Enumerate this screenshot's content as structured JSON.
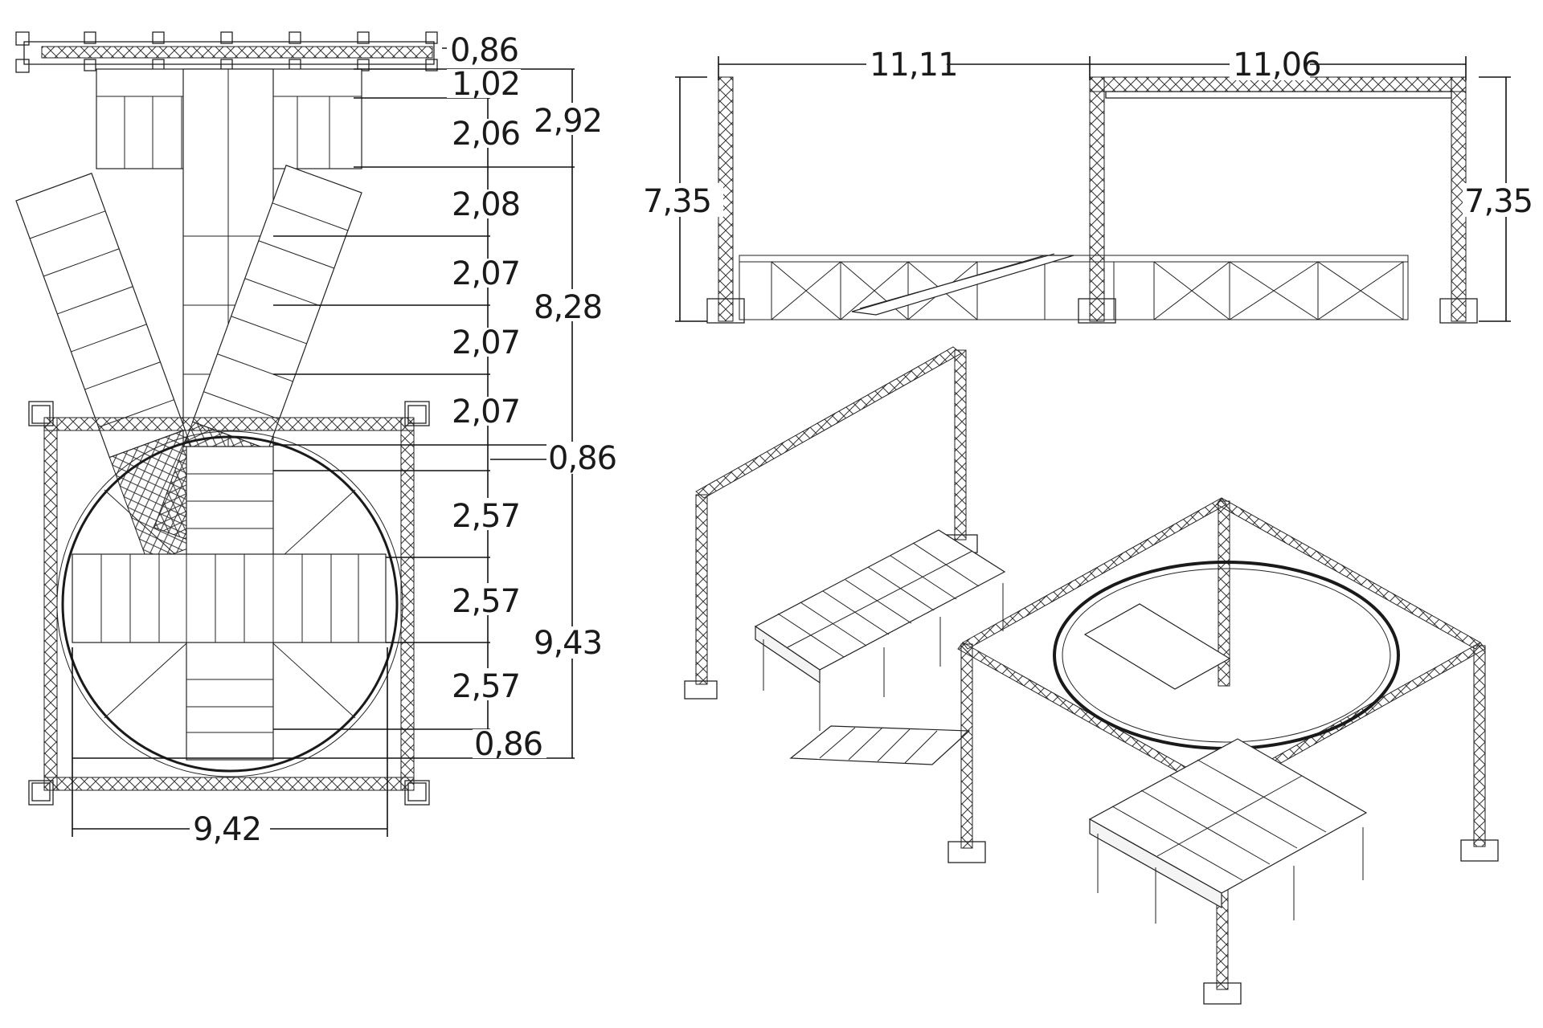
{
  "plan_view": {
    "dims_right_inner": [
      "0,86",
      "1,02",
      "2,06",
      "2,08",
      "2,07",
      "2,07",
      "2,07",
      "0,86",
      "2,57",
      "2,57",
      "2,57",
      "0,86"
    ],
    "dim_stage_depth": "2,92",
    "dim_runway_length": "8,28",
    "dim_circle_depth": "9,43",
    "dim_circle_width": "9,42"
  },
  "elevation_view": {
    "width_left": "11,11",
    "width_right": "11,06",
    "height_left": "7,35",
    "height_right": "7,35"
  },
  "icons": {
    "truss": "truss-icon",
    "deck": "stage-deck-icon"
  }
}
